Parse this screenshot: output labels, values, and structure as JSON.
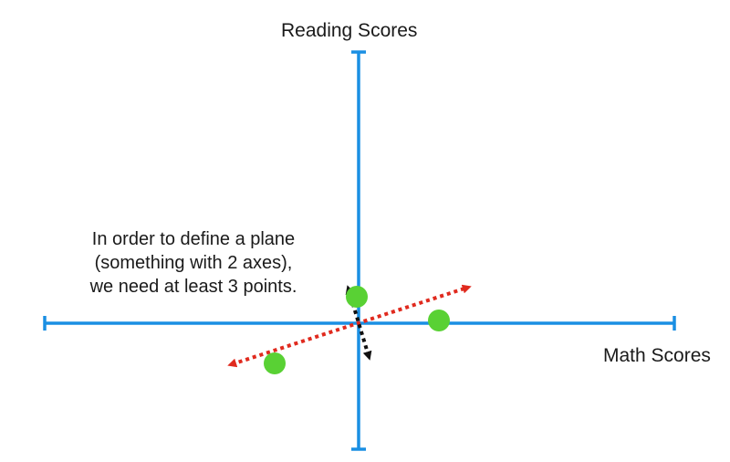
{
  "labels": {
    "y_axis": "Reading Scores",
    "x_axis": "Math Scores"
  },
  "annotation": {
    "lines": [
      "In order to define a plane",
      "(something with 2 axes),",
      "we need at least 3 points."
    ]
  },
  "colors": {
    "axis": "#1a8fe3",
    "point": "#59d134",
    "red_arrow": "#e02a1e",
    "black_arrow": "#111111",
    "text": "#1a1a1a"
  },
  "points": [
    {
      "name": "point-upper-center"
    },
    {
      "name": "point-right"
    },
    {
      "name": "point-lower-left"
    }
  ]
}
